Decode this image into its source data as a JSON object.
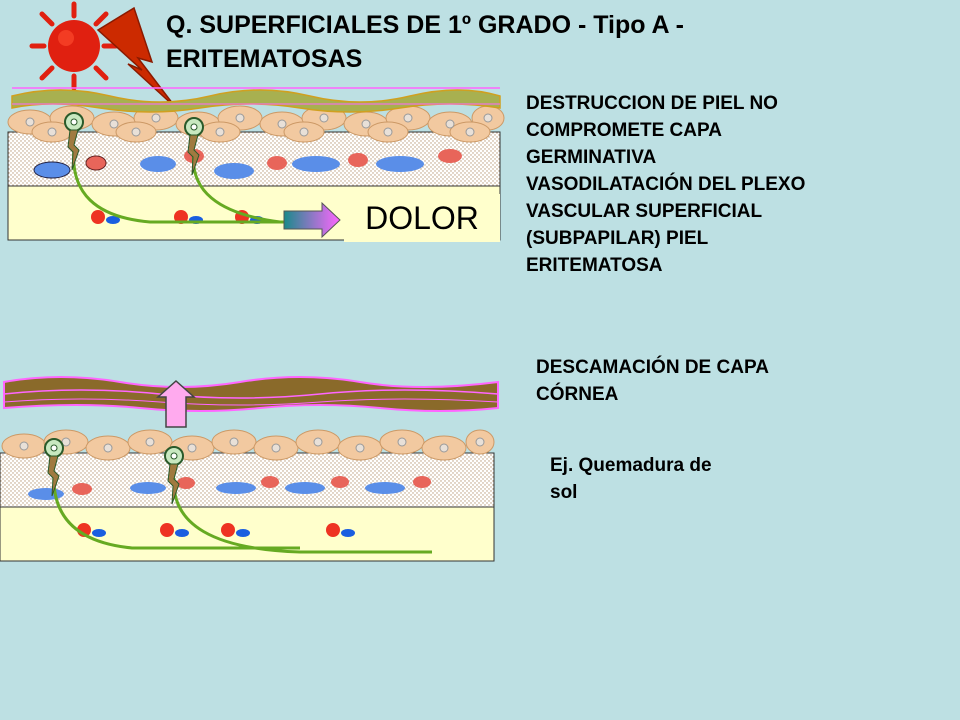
{
  "title": "Q. SUPERFICIALES  DE 1º GRADO - Tipo A - ERITEMATOSAS",
  "block1_lines": [
    "DESTRUCCION DE PIEL NO",
    "COMPROMETE CAPA",
    "GERMINATIVA",
    "VASODILATACIÓN DEL PLEXO",
    "VASCULAR SUPERFICIAL",
    "(SUBPAPILAR)  PIEL",
    "ERITEMATOSA"
  ],
  "block2_lines": [
    "DESCAMACIÓN DE CAPA",
    "CÓRNEA"
  ],
  "block3_lines": [
    "Ej. Quemadura de",
    "sol"
  ],
  "pain_label": "DOLOR",
  "colors": {
    "background": "#bde0e3",
    "epidermis": "#f2c9a0",
    "dermis": "#ffffcc",
    "corneum_brown": "#8a6a2a",
    "corneum_pink": "#ff66ff",
    "red_cell": "#e8655a",
    "blue_cell": "#5a8ee8",
    "nerve": "#66aa22",
    "sun": "#e02010",
    "lightning": "#cc2a00"
  }
}
